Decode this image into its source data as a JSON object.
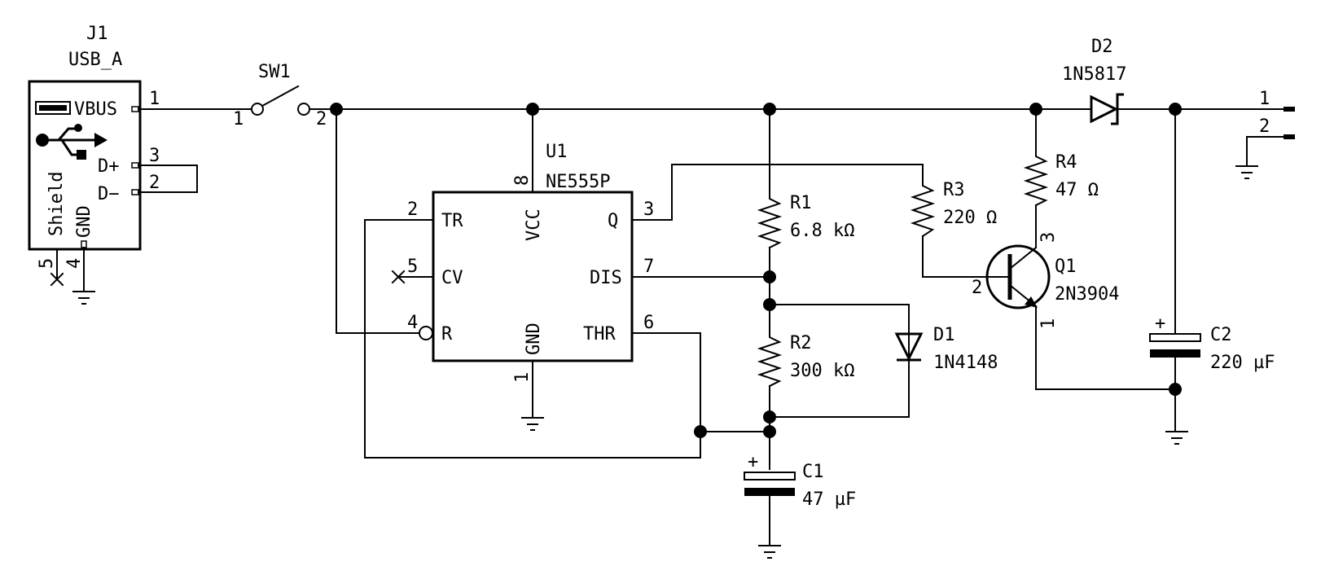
{
  "schematic": {
    "J1": {
      "ref": "J1",
      "value": "USB_A",
      "pins": {
        "vbus": "VBUS",
        "dp": "D+",
        "dm": "D−",
        "shield": "Shield",
        "gnd": "GND"
      },
      "pin_numbers": {
        "vbus": "1",
        "dp": "3",
        "dm": "2",
        "shield": "5",
        "gnd": "4"
      },
      "icon": "usb-icon"
    },
    "SW1": {
      "ref": "SW1",
      "pin1": "1",
      "pin2": "2"
    },
    "U1": {
      "ref": "U1",
      "value": "NE555P",
      "pins": {
        "tr": "TR",
        "cv": "CV",
        "r": "R",
        "vcc": "VCC",
        "gnd": "GND",
        "q": "Q",
        "dis": "DIS",
        "thr": "THR"
      },
      "pin_numbers": {
        "tr": "2",
        "cv": "5",
        "r": "4",
        "vcc": "8",
        "gnd": "1",
        "q": "3",
        "dis": "7",
        "thr": "6"
      }
    },
    "R1": {
      "ref": "R1",
      "value": "6.8 kΩ"
    },
    "R2": {
      "ref": "R2",
      "value": "300 kΩ"
    },
    "R3": {
      "ref": "R3",
      "value": "220 Ω"
    },
    "R4": {
      "ref": "R4",
      "value": "47 Ω"
    },
    "C1": {
      "ref": "C1",
      "value": "47 µF",
      "polarity": "+"
    },
    "C2": {
      "ref": "C2",
      "value": "220 µF",
      "polarity": "+"
    },
    "D1": {
      "ref": "D1",
      "value": "1N4148"
    },
    "D2": {
      "ref": "D2",
      "value": "1N5817"
    },
    "Q1": {
      "ref": "Q1",
      "value": "2N3904",
      "pin_numbers": {
        "b": "2",
        "c": "3",
        "e": "1"
      }
    },
    "J2": {
      "pin1": "1",
      "pin2": "2"
    }
  }
}
